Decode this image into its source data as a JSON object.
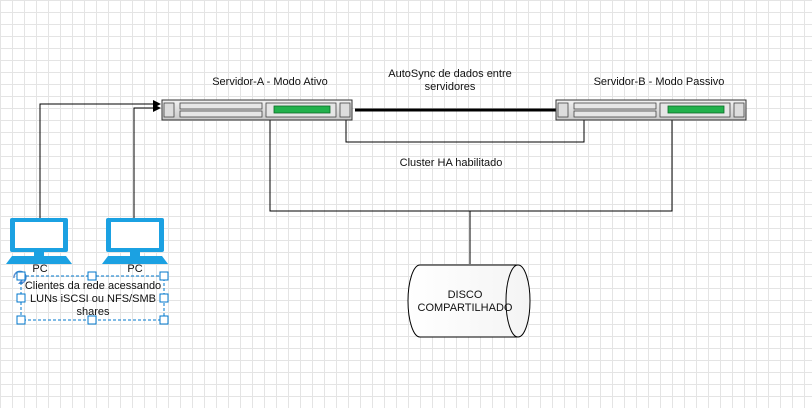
{
  "diagram": {
    "servidor_a_label": "Servidor-A - Modo Ativo",
    "servidor_b_label": "Servidor-B - Modo Passivo",
    "autosync_label_line1": "AutoSync de dados entre",
    "autosync_label_line2": "servidores",
    "cluster_label": "Cluster HA habilitado",
    "disco_line1": "DISCO",
    "disco_line2": "COMPARTILHADO",
    "pc1_label": "PC",
    "pc2_label": "PC",
    "clients_label": "Clientes da rede acessando LUNs iSCSI ou NFS/SMB shares"
  },
  "colors": {
    "pc_blue": "#1ba1e2",
    "server_led": "#22b14c",
    "selection": "#0077cc"
  }
}
